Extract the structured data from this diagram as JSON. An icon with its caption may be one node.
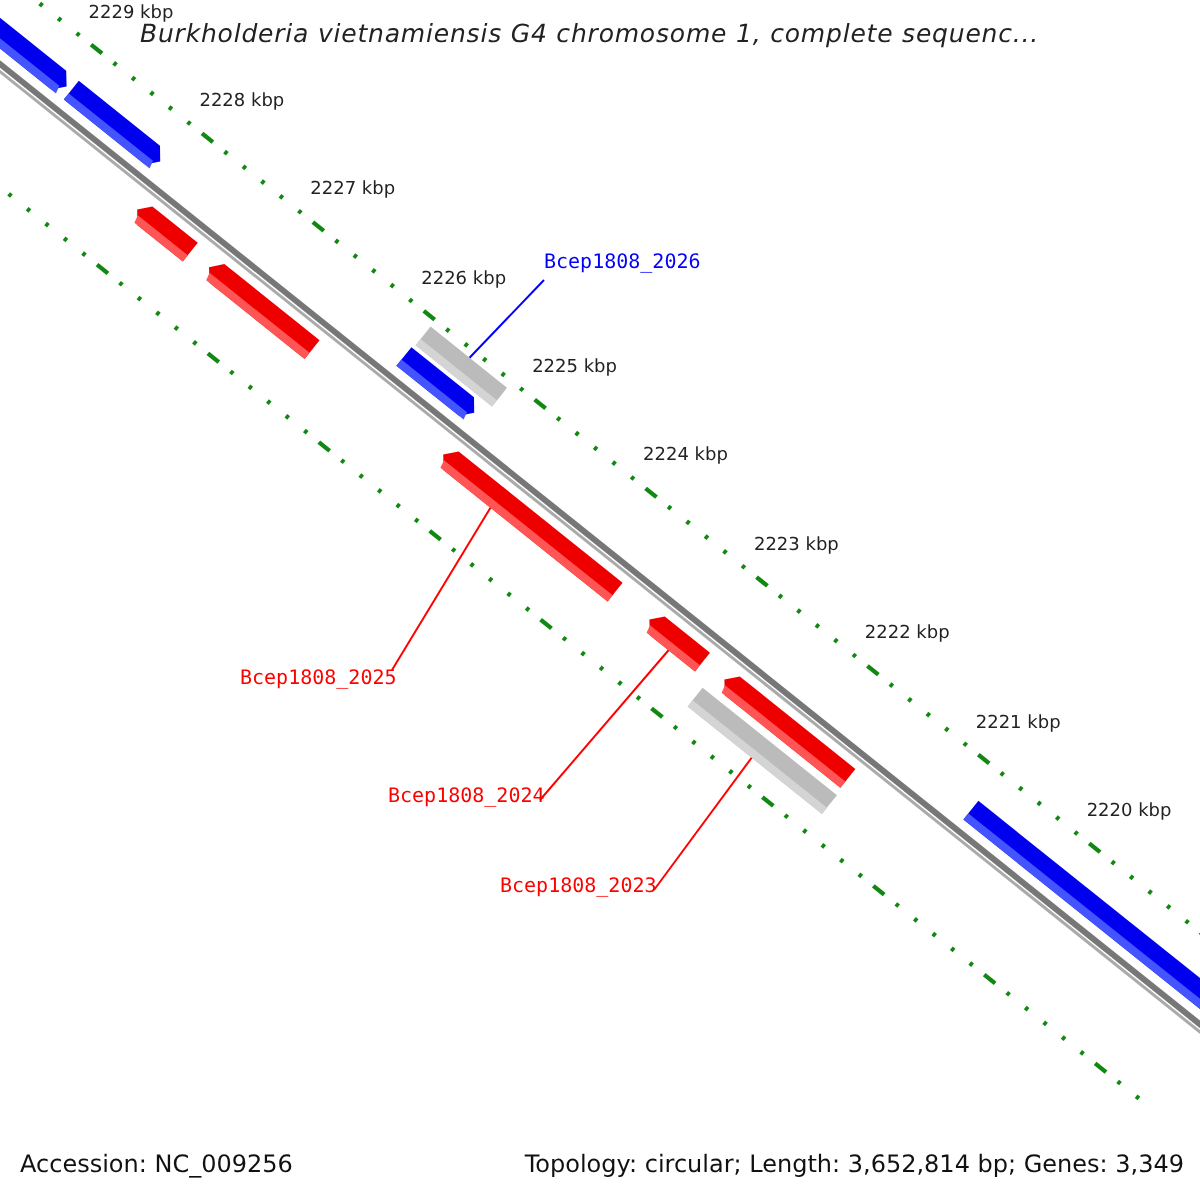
{
  "diagram": {
    "title": "Burkholderia vietnamiensis G4 chromosome 1, complete sequenc...",
    "nodes": [
      {
        "text": [],
        "shape": "arrow"
      },
      {
        "text": [],
        "shape": "arrow"
      },
      {
        "text": [],
        "shape": "arrow"
      },
      {
        "text": [
          "Bcep1808_2026"
        ]
      },
      {
        "text": [],
        "shape": "arrow"
      },
      {
        "text": [],
        "shape": "bar"
      },
      {
        "text": [],
        "shape": "arrow"
      },
      {
        "text": [],
        "shape": "arrow"
      },
      {
        "text": [],
        "shape": "arrow"
      },
      {
        "text": [
          "Bcep1808_2025"
        ]
      },
      {
        "text": [],
        "shape": "arrow"
      },
      {
        "text": [],
        "shape": "bar"
      },
      {
        "text": [
          "Bcep1808_2024"
        ]
      },
      {
        "text": [],
        "shape": "arrow"
      },
      {
        "text": [
          "Bcep1808_2023"
        ]
      }
    ],
    "edges": [
      {
        "from": 3,
        "to": 5,
        "arrow": "none",
        "color": "#0000ff"
      },
      {
        "from": 9,
        "to": 7,
        "arrow": "none"
      },
      {
        "from": 12,
        "to": 8,
        "arrow": "none"
      },
      {
        "from": 14,
        "to": 11,
        "arrow": "none"
      }
    ],
    "labels": [
      "2229 kbp",
      "2228 kbp",
      "2227 kbp",
      "2226 kbp",
      "2225 kbp",
      "2224 kbp",
      "2223 kbp",
      "2222 kbp",
      "2221 kbp",
      "2220 kbp",
      "Accession: NC_009256",
      "Topology: circular; Length: 3,652,814 bp; Genes: 3,349"
    ]
  }
}
